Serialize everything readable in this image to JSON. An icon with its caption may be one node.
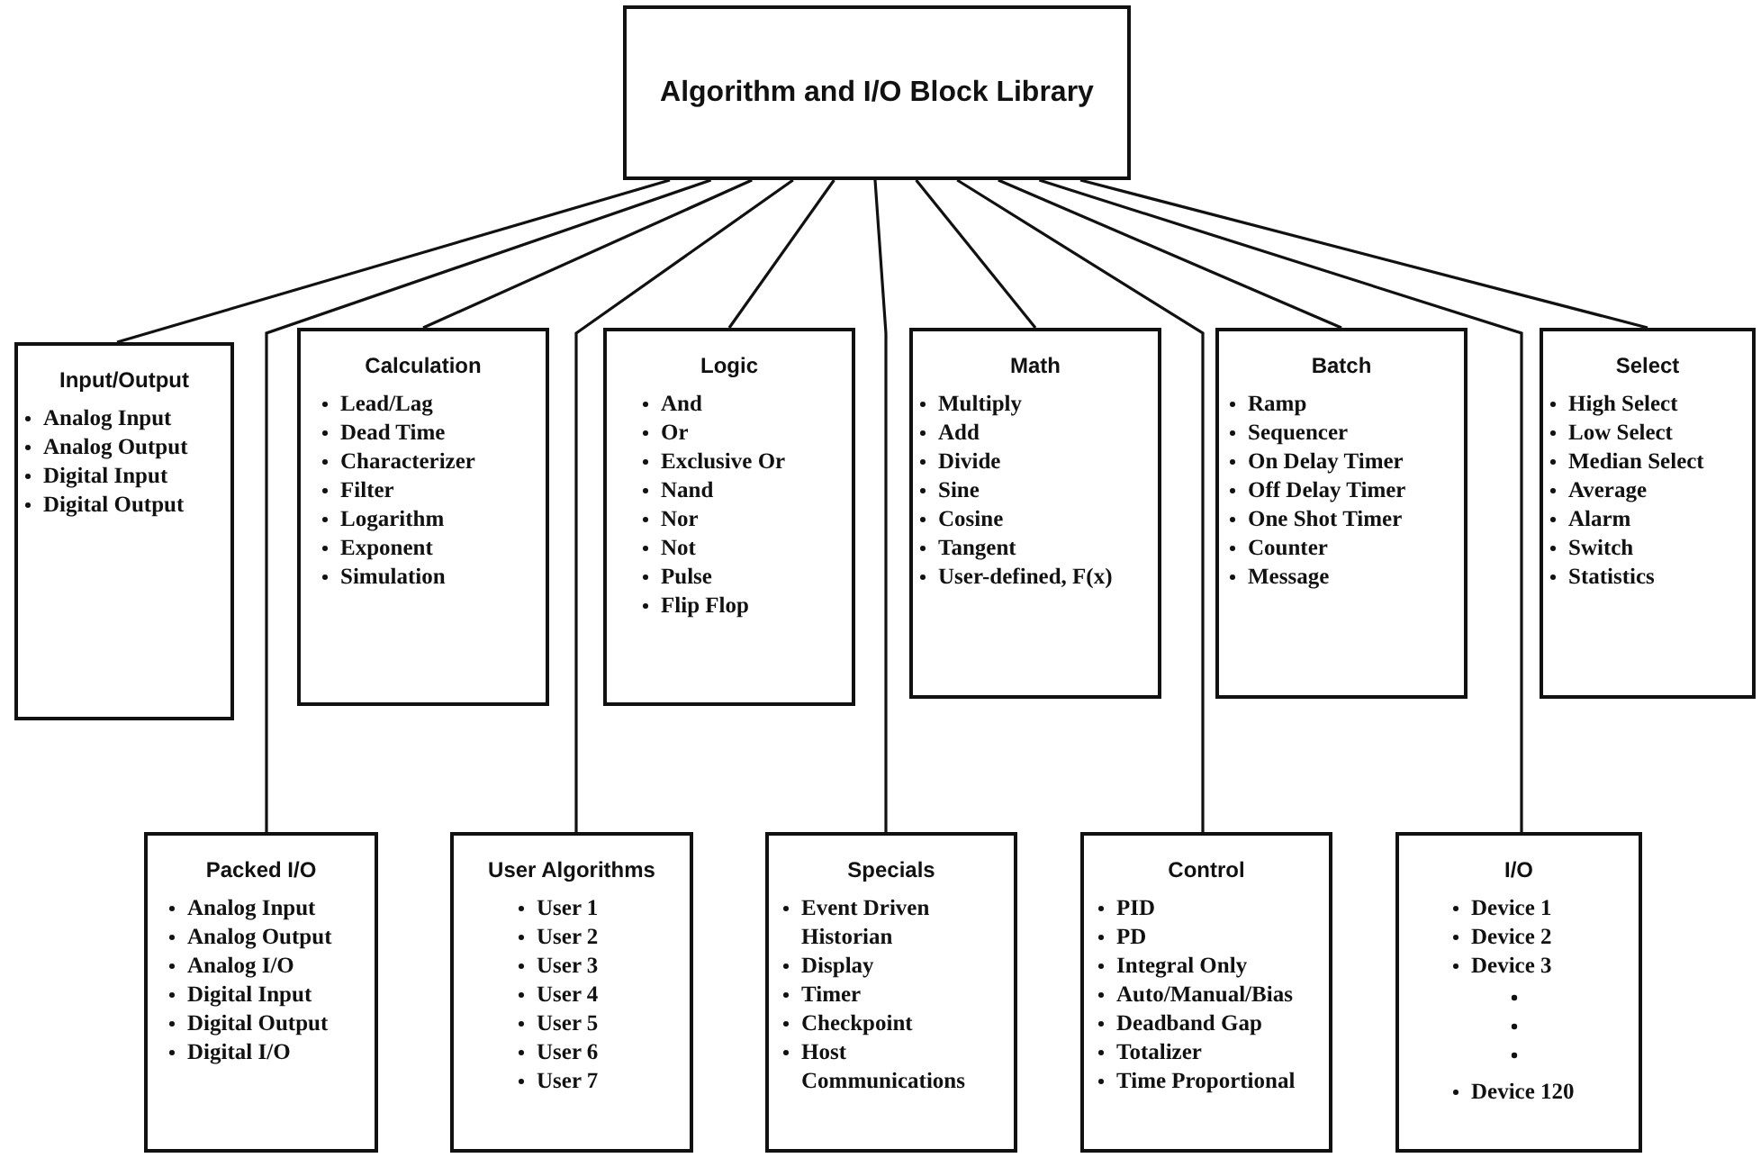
{
  "diagram": {
    "nodes": [
      {
        "text": [
          "Algorithm and I/O Block Library"
        ]
      },
      {
        "text": [
          "Input/Output",
          "Analog Input",
          "Analog Output",
          "Digital Input",
          "Digital Output"
        ]
      },
      {
        "text": [
          "Calculation",
          "Lead/Lag",
          "Dead Time",
          "Characterizer",
          "Filter",
          "Logarithm",
          "Exponent",
          "Simulation"
        ]
      },
      {
        "text": [
          "Logic",
          "And",
          "Or",
          "Exclusive Or",
          "Nand",
          "Nor",
          "Not",
          "Pulse",
          "Flip Flop"
        ]
      },
      {
        "text": [
          "Math",
          "Multiply",
          "Add",
          "Divide",
          "Sine",
          "Cosine",
          "Tangent",
          "User-defined, F(x)"
        ]
      },
      {
        "text": [
          "Batch",
          "Ramp",
          "Sequencer",
          "On Delay Timer",
          "Off Delay Timer",
          "One Shot Timer",
          "Counter",
          "Message"
        ]
      },
      {
        "text": [
          "Select",
          "High Select",
          "Low Select",
          "Median Select",
          "Average",
          "Alarm",
          "Switch",
          "Statistics"
        ]
      },
      {
        "text": [
          "Packed I/O",
          "Analog Input",
          "Analog Output",
          "Analog I/O",
          "Digital Input",
          "Digital Output",
          "Digital I/O"
        ]
      },
      {
        "text": [
          "User Algorithms",
          "User 1",
          "User 2",
          "User 3",
          "User 4",
          "User 5",
          "User 6",
          "User 7"
        ]
      },
      {
        "text": [
          "Specials",
          "Event Driven Historian",
          "Display",
          "Timer",
          "Checkpoint",
          "Host Communications"
        ]
      },
      {
        "text": [
          "Control",
          "PID",
          "PD",
          "Integral Only",
          "Auto/Manual/Bias",
          "Deadband Gap",
          "Totalizer",
          "Time Proportional"
        ]
      },
      {
        "text": [
          "I/O",
          "Device 1",
          "Device 2",
          "Device 3",
          "Device 120"
        ]
      }
    ],
    "edges": [
      {
        "from": 0,
        "to": 1,
        "arrow": "none"
      },
      {
        "from": 0,
        "to": 7,
        "arrow": "none"
      },
      {
        "from": 0,
        "to": 2,
        "arrow": "none"
      },
      {
        "from": 0,
        "to": 8,
        "arrow": "none"
      },
      {
        "from": 0,
        "to": 3,
        "arrow": "none"
      },
      {
        "from": 0,
        "to": 9,
        "arrow": "none"
      },
      {
        "from": 0,
        "to": 4,
        "arrow": "none"
      },
      {
        "from": 0,
        "to": 10,
        "arrow": "none"
      },
      {
        "from": 0,
        "to": 5,
        "arrow": "none"
      },
      {
        "from": 0,
        "to": 11,
        "arrow": "none"
      },
      {
        "from": 0,
        "to": 6,
        "arrow": "none"
      }
    ]
  }
}
